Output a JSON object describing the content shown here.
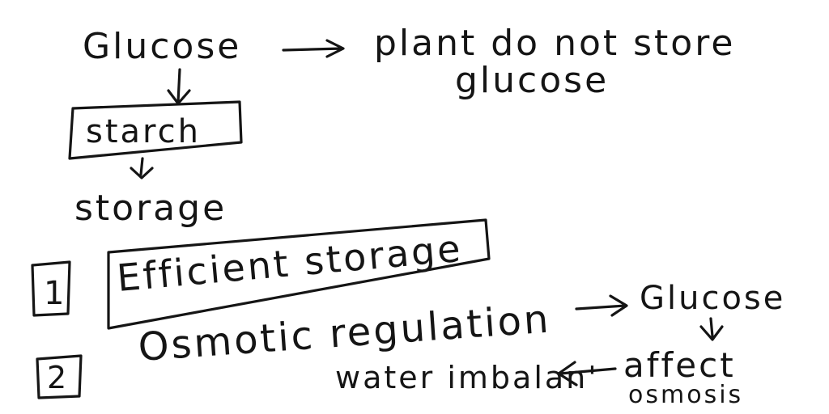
{
  "notes": {
    "glucose": "Glucose",
    "plant_note_line1": "plant do not store",
    "plant_note_line2": "glucose",
    "starch": "starch",
    "storage": "storage",
    "point1_number": "1",
    "point1_text": "Efficient storage",
    "point2_number": "2",
    "point2_text": "Osmotic regulation",
    "glucose_right": "Glucose",
    "affect": "affect",
    "osmosis": "osmosis",
    "water_imbalance": "water imbalan'"
  },
  "ink_color": "#151515",
  "background": "#ffffff"
}
